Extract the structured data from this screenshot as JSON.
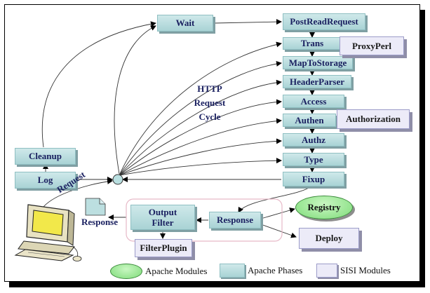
{
  "phases_left": {
    "wait": "Wait",
    "cleanup": "Cleanup",
    "log": "Log",
    "output_filter_line1": "Output",
    "output_filter_line2": "Filter",
    "response": "Response"
  },
  "phases_chain": [
    "PostReadRequest",
    "Trans",
    "MapToStorage",
    "HeaderParser",
    "Access",
    "Authen",
    "Authz",
    "Type",
    "Fixup"
  ],
  "cycle_label": [
    "HTTP",
    "Request",
    "Cycle"
  ],
  "sisi_modules": {
    "proxyperl": "ProxyPerl",
    "authorization": "Authorization",
    "deploy": "Deploy",
    "filterplugin": "FilterPlugin"
  },
  "apache_modules": {
    "registry": "Registry"
  },
  "client_labels": {
    "request": "Request",
    "response": "Response"
  },
  "legend": [
    {
      "label": "Apache Modules",
      "kind": "module"
    },
    {
      "label": "Apache Phases",
      "kind": "phase"
    },
    {
      "label": "SISI Modules",
      "kind": "sisi"
    }
  ],
  "colors": {
    "phase_fill": "#b9dfe0",
    "sisi_fill": "#ecebf8",
    "module_fill": "#8fe08a",
    "text_navy": "#1a2060"
  }
}
